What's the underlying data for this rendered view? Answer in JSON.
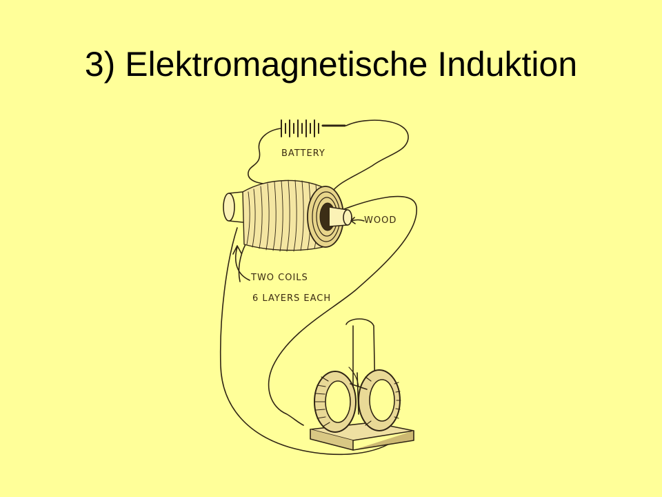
{
  "slide": {
    "title": "3) Elektromagnetische Induktion",
    "background_color": "#ffff99"
  },
  "diagram": {
    "labels": {
      "battery": "BATTERY",
      "wood": "WOOD",
      "coils_line1": "TWO COILS",
      "coils_line2": "6 LAYERS EACH"
    },
    "ink_color": "#2f2414"
  }
}
